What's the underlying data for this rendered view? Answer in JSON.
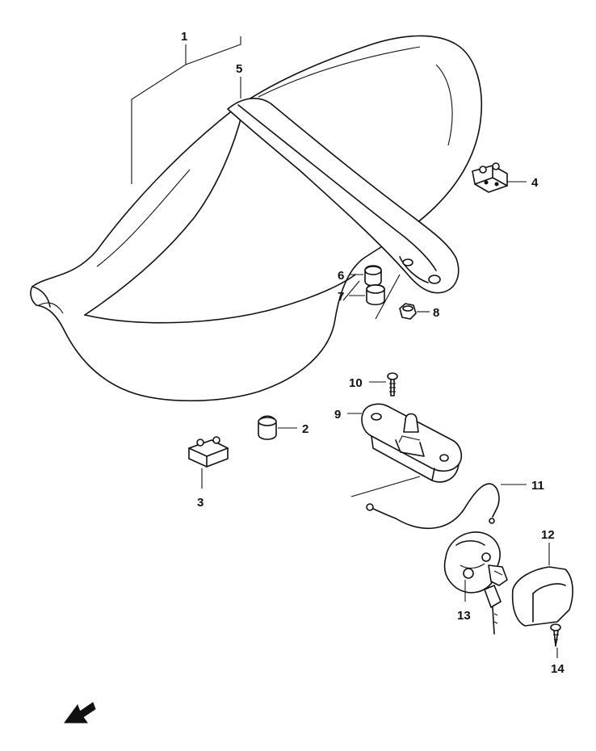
{
  "diagram": {
    "labels": {
      "p1": "1",
      "p2": "2",
      "p3": "3",
      "p4": "4",
      "p5": "5",
      "p6": "6",
      "p7": "7",
      "p8": "8",
      "p9": "9",
      "p10": "10",
      "p11": "11",
      "p12": "12",
      "p13": "13",
      "p14": "14"
    },
    "front_arrow_icon": "front-direction-arrow-icon"
  }
}
